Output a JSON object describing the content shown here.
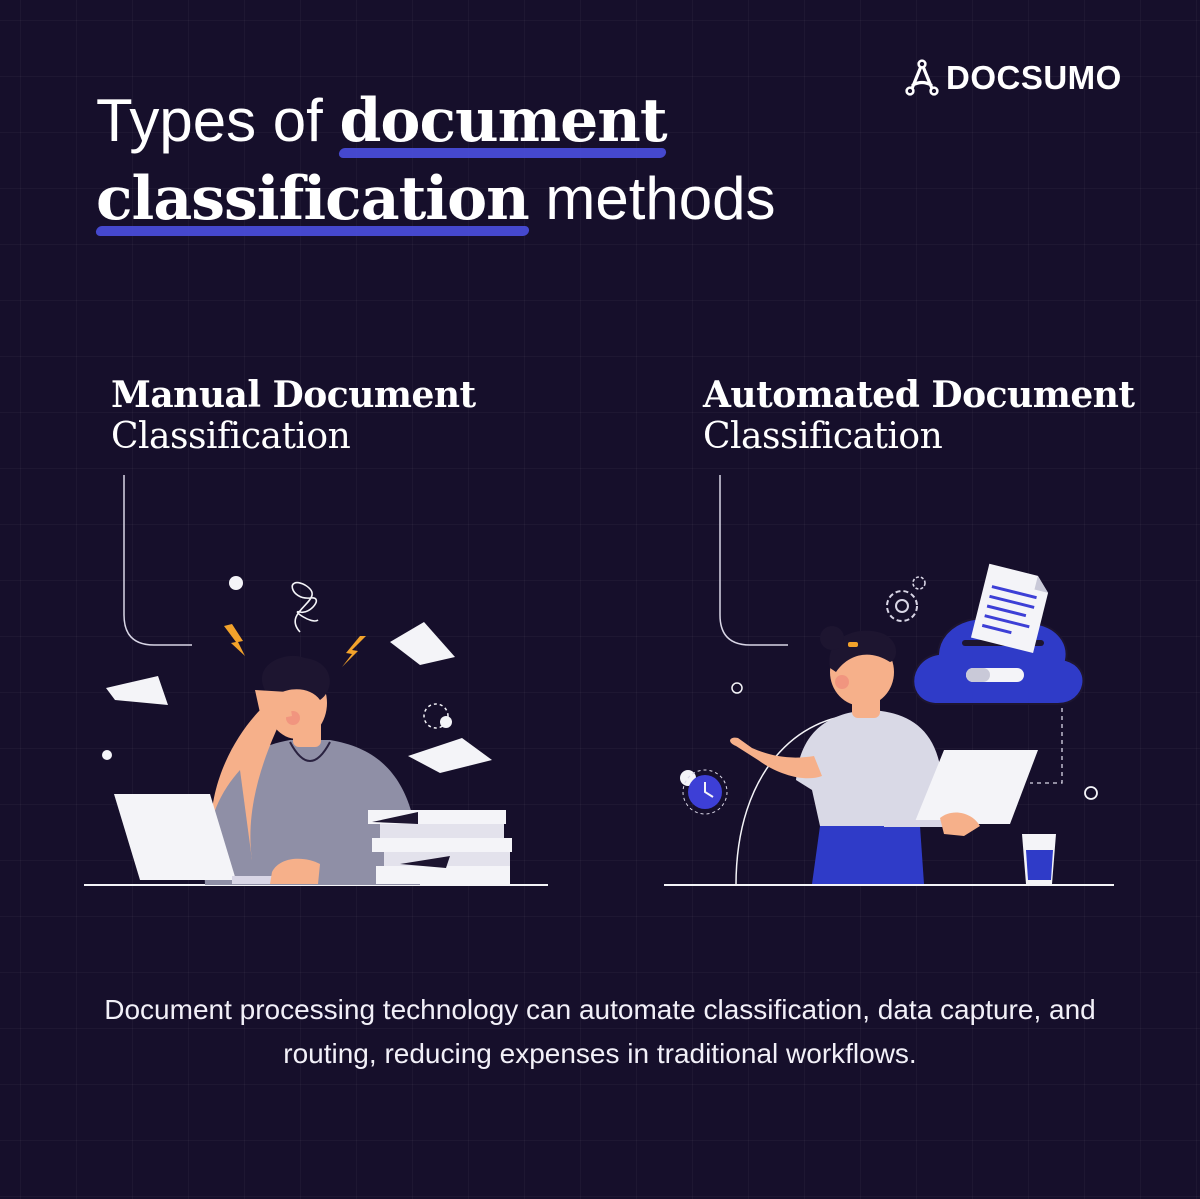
{
  "brand": {
    "name": "DOCSUMO"
  },
  "title": {
    "part1": "Types of ",
    "emph1": "document",
    "emph2": "classification",
    "part2": " methods"
  },
  "columns": [
    {
      "line1": "Manual Document",
      "line2": "Classification"
    },
    {
      "line1": "Automated Document",
      "line2": "Classification"
    }
  ],
  "caption": "Document processing technology can automate classification, data capture, and routing, reducing expenses in traditional workflows.",
  "colors": {
    "background": "#160f2b",
    "accent": "#3d3fd6",
    "skin": "#f6b08a",
    "hair": "#1d1530",
    "paper": "#f4f4f8"
  }
}
